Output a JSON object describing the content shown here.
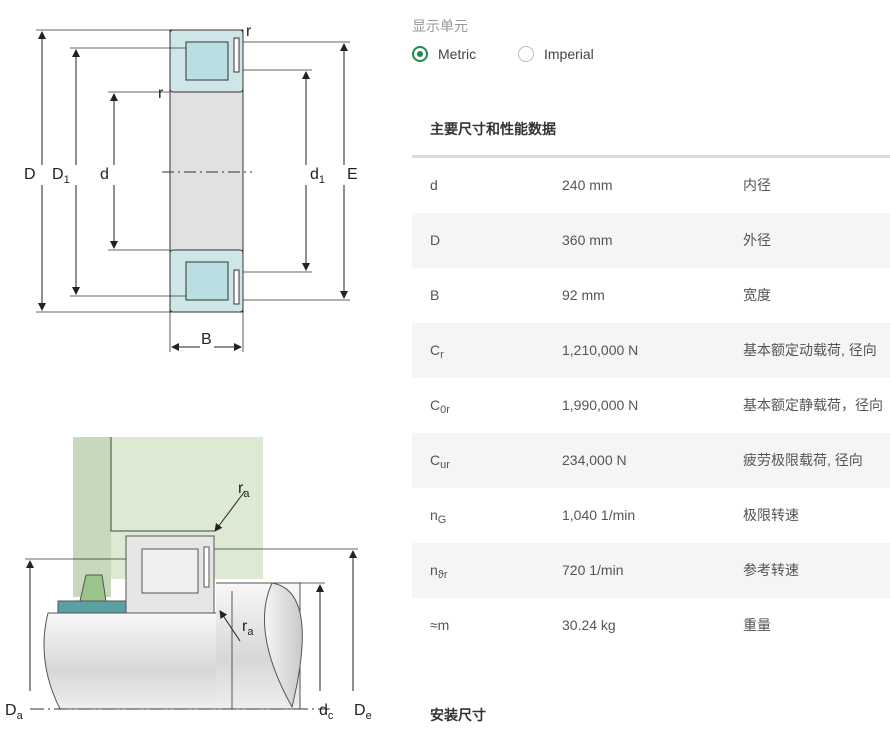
{
  "drawing_top": {
    "labels": {
      "D": "D",
      "D1_main": "D",
      "D1_sub": "1",
      "d": "d",
      "d1_main": "d",
      "d1_sub": "1",
      "E": "E",
      "B": "B",
      "r_top": "r",
      "r_mid": "r"
    }
  },
  "drawing_bottom": {
    "labels": {
      "ra_top_main": "r",
      "ra_top_sub": "a",
      "ra_mid_main": "r",
      "ra_mid_sub": "a",
      "Da_main": "D",
      "Da_sub": "a",
      "dc_main": "d",
      "dc_sub": "c",
      "De_main": "D",
      "De_sub": "e"
    }
  },
  "units": {
    "title": "显示单元",
    "options": [
      {
        "label": "Metric",
        "selected": true
      },
      {
        "label": "Imperial",
        "selected": false
      }
    ]
  },
  "main_section": {
    "title": "主要尺寸和性能数据",
    "rows": [
      {
        "sym": "d",
        "sub": "",
        "value": "240 mm",
        "desc": "内径"
      },
      {
        "sym": "D",
        "sub": "",
        "value": "360 mm",
        "desc": "外径"
      },
      {
        "sym": "B",
        "sub": "",
        "value": "92 mm",
        "desc": "宽度"
      },
      {
        "sym": "C",
        "sub": "r",
        "value": "1,210,000 N",
        "desc": "基本额定动载荷, 径向"
      },
      {
        "sym": "C",
        "sub": "0r",
        "value": "1,990,000 N",
        "desc": "基本额定静载荷，径向"
      },
      {
        "sym": "C",
        "sub": "ur",
        "value": "234,000 N",
        "desc": "疲劳极限载荷, 径向"
      },
      {
        "sym": "n",
        "sub": "G",
        "value": "1,040 1/min",
        "desc": "极限转速"
      },
      {
        "sym": "n",
        "sub": "ϑr",
        "value": "720 1/min",
        "desc": "参考转速"
      },
      {
        "sym": "≈m",
        "sub": "",
        "value": "30.24 kg",
        "desc": "重量"
      }
    ]
  },
  "mounting_section": {
    "title": "安装尺寸"
  },
  "colors": {
    "accent": "#1e8a4d",
    "ring": "#cfe6e8",
    "roller": "#b9dfe3",
    "shaft_green": "#dde9d3",
    "alt_row": "#f3f5f7"
  }
}
